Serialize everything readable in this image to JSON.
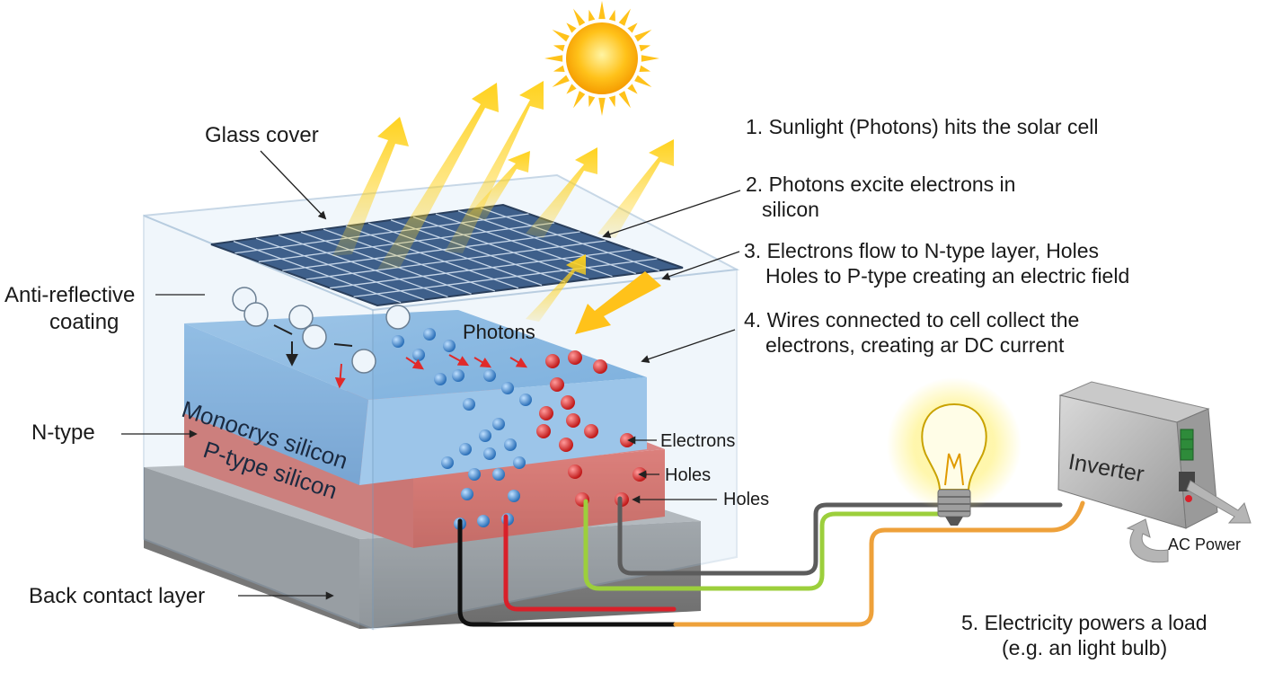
{
  "labels": {
    "glass_cover": "Glass cover",
    "anti_reflective_1": "Anti-reflective",
    "anti_reflective_2": "coating",
    "n_type": "N-type",
    "back_contact": "Back contact layer",
    "photons": "Photons",
    "monocrystalline": "Monocrys silicon",
    "p_type_silicon": "P-type silicon",
    "electrons": "Electrons",
    "holes_1": "Holes",
    "holes_2": "Holes",
    "inverter": "Inverter",
    "ac_power": "AC Power"
  },
  "steps": [
    {
      "line1": "1. Sunlight (Photons) hits the solar cell",
      "line2": ""
    },
    {
      "line1": "2. Photons excite electrons in",
      "line2": "silicon"
    },
    {
      "line1": "3. Electrons flow to N-type layer, Holes",
      "line2": "Holes to P-type creating an electric field"
    },
    {
      "line1": "4. Wires connected to cell collect the",
      "line2": "electrons, creating ar DC current"
    },
    {
      "line1": "5. Electricity powers a load",
      "line2": "(e.g. an light bulb)"
    }
  ],
  "colors": {
    "sun": "#ffc21a",
    "ray": "#ffd21e",
    "n_layer": "#5b9bd5",
    "p_layer": "#d9453a",
    "back_contact": "#808080",
    "glass": "#dcecf8",
    "electron": "#3d8fd8",
    "hole": "#e02a2a",
    "wire_black": "#111111",
    "wire_red": "#d9202a",
    "wire_green": "#9ccf3c",
    "wire_gray": "#5c5c5c",
    "wire_orange": "#eea13a"
  }
}
